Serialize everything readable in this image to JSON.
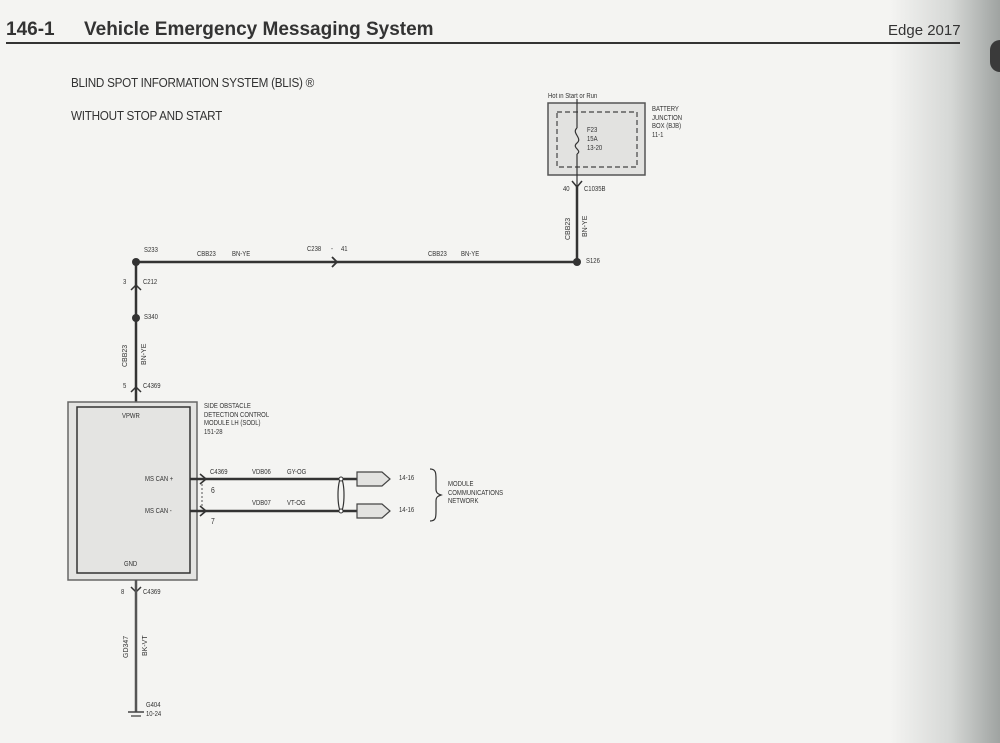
{
  "header": {
    "section_number": "146-1",
    "section_title": "Vehicle Emergency Messaging System",
    "model": "Edge 2017"
  },
  "diagram": {
    "title": "BLIND SPOT INFORMATION SYSTEM (BLIS) ®",
    "variant": "WITHOUT STOP AND START",
    "power_source": {
      "label": "Hot in Start or Run",
      "box_name": "BATTERY\nJUNCTION\nBOX (BJB)\n11-1",
      "fuse": "F23",
      "rating": "15A",
      "ref": "13-20"
    },
    "connectors": {
      "c1035b": {
        "pin": "40",
        "name": "C1035B"
      },
      "c238": {
        "name": "C238",
        "pin": "41",
        "separator": "-"
      },
      "c212": {
        "pin": "3",
        "name": "C212"
      },
      "c4369_vpwr": {
        "pin": "5",
        "name": "C4369"
      },
      "c4369_can": {
        "name": "C4369",
        "pin_plus": "6",
        "pin_minus": "7"
      },
      "c4369_gnd": {
        "pin": "8",
        "name": "C4369"
      }
    },
    "splices": {
      "s126": "S126",
      "s233": "S233",
      "s340": "S340"
    },
    "wires": {
      "power_vertical": {
        "circuit": "CBB23",
        "color": "BN-YE"
      },
      "power_right": {
        "circuit": "CBB23",
        "color": "BN-YE"
      },
      "power_left": {
        "circuit": "CBB23",
        "color": "BN-YE"
      },
      "power_down": {
        "circuit": "CBB23",
        "color": "BN-YE"
      },
      "can_plus": {
        "circuit": "VDB06",
        "color": "GY-OG"
      },
      "can_minus": {
        "circuit": "VDB07",
        "color": "VT-OG"
      },
      "ground": {
        "circuit": "GD347",
        "color": "BK-VT"
      }
    },
    "module": {
      "name": "SIDE OBSTACLE\nDETECTION CONTROL\nMODULE LH (SODL)\n151-28",
      "pins": {
        "vpwr": "VPWR",
        "can_plus": "MS CAN +",
        "can_minus": "MS CAN -",
        "gnd": "GND"
      }
    },
    "network": {
      "ref_plus": "14-16",
      "ref_minus": "14-16",
      "label": "MODULE\nCOMMUNICATIONS\nNETWORK"
    },
    "ground": {
      "name": "G404",
      "ref": "10-24"
    }
  },
  "colors": {
    "ink": "#333333",
    "paper": "#f4f4f2",
    "box_fill": "#e2e2e0"
  }
}
